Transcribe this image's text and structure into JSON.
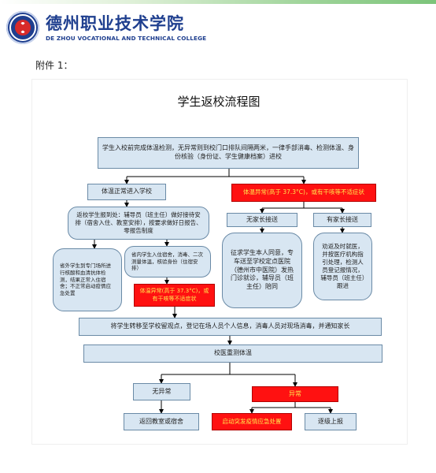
{
  "header": {
    "logo_cn": "德州职业技术学院",
    "logo_en": "DE ZHOU VOCATIONAL AND TECHNICAL COLLEGE"
  },
  "attachment_label": "附件 1：",
  "flowchart": {
    "title": "学生返校流程图",
    "step_start": "学生入校前完成体温检测，无异常则到校门口排队间隔两米，一律手部消毒、检测体温、身份核验（身份证、学生健康档案）进校",
    "branch_normal": "体温正常进入学校",
    "branch_abnormal": "体温异常(高于 37.3°C)，或有干咳等不适症状",
    "report_step": "返校学生报到处：辅导员（班主任）做好接待安排（宿舍入住、教室安排），按要求做好日报告、零报告制度",
    "no_parent": "无家长接送",
    "with_parent": "有家长接送",
    "off_campus_note": "省外学生到专门场所进行核酸和血清抗体检测，结果正常入住宿舍；不正常启动疫情应急处置",
    "dorm_check": "省内学生入住宿舍，消毒、二次测量体温，核验身份（住宿安排）",
    "dorm_abnormal": "体温异常(高于 37.3°C)，或有干咳等不适症状",
    "no_parent_detail": "征求学生本人同意，专车送至学校定点医院（德州市中医院）发热门诊就诊，辅导员（班主任）陪同",
    "with_parent_detail": "劝返及时就医，并按医疗机构指引处理，检测人员登记报情况，辅导员（班主任）跟进",
    "transfer": "将学生转移至学校留观点，登记在场人员个人信息，消毒人员对现场消毒，并通知家长",
    "recheck": "校医重测体温",
    "normal_result": "无异常",
    "abnormal_result": "异常",
    "return_class": "返回教室或宿舍",
    "emergency": "启动突发疫情应急处置",
    "report_up": "逐级上报"
  },
  "colors": {
    "box_fill": "#d8e6f2",
    "box_border": "#6a8aa6",
    "alert_fill": "#ff1111",
    "alert_text": "#ffe64d",
    "brand": "#1f3f8f"
  }
}
